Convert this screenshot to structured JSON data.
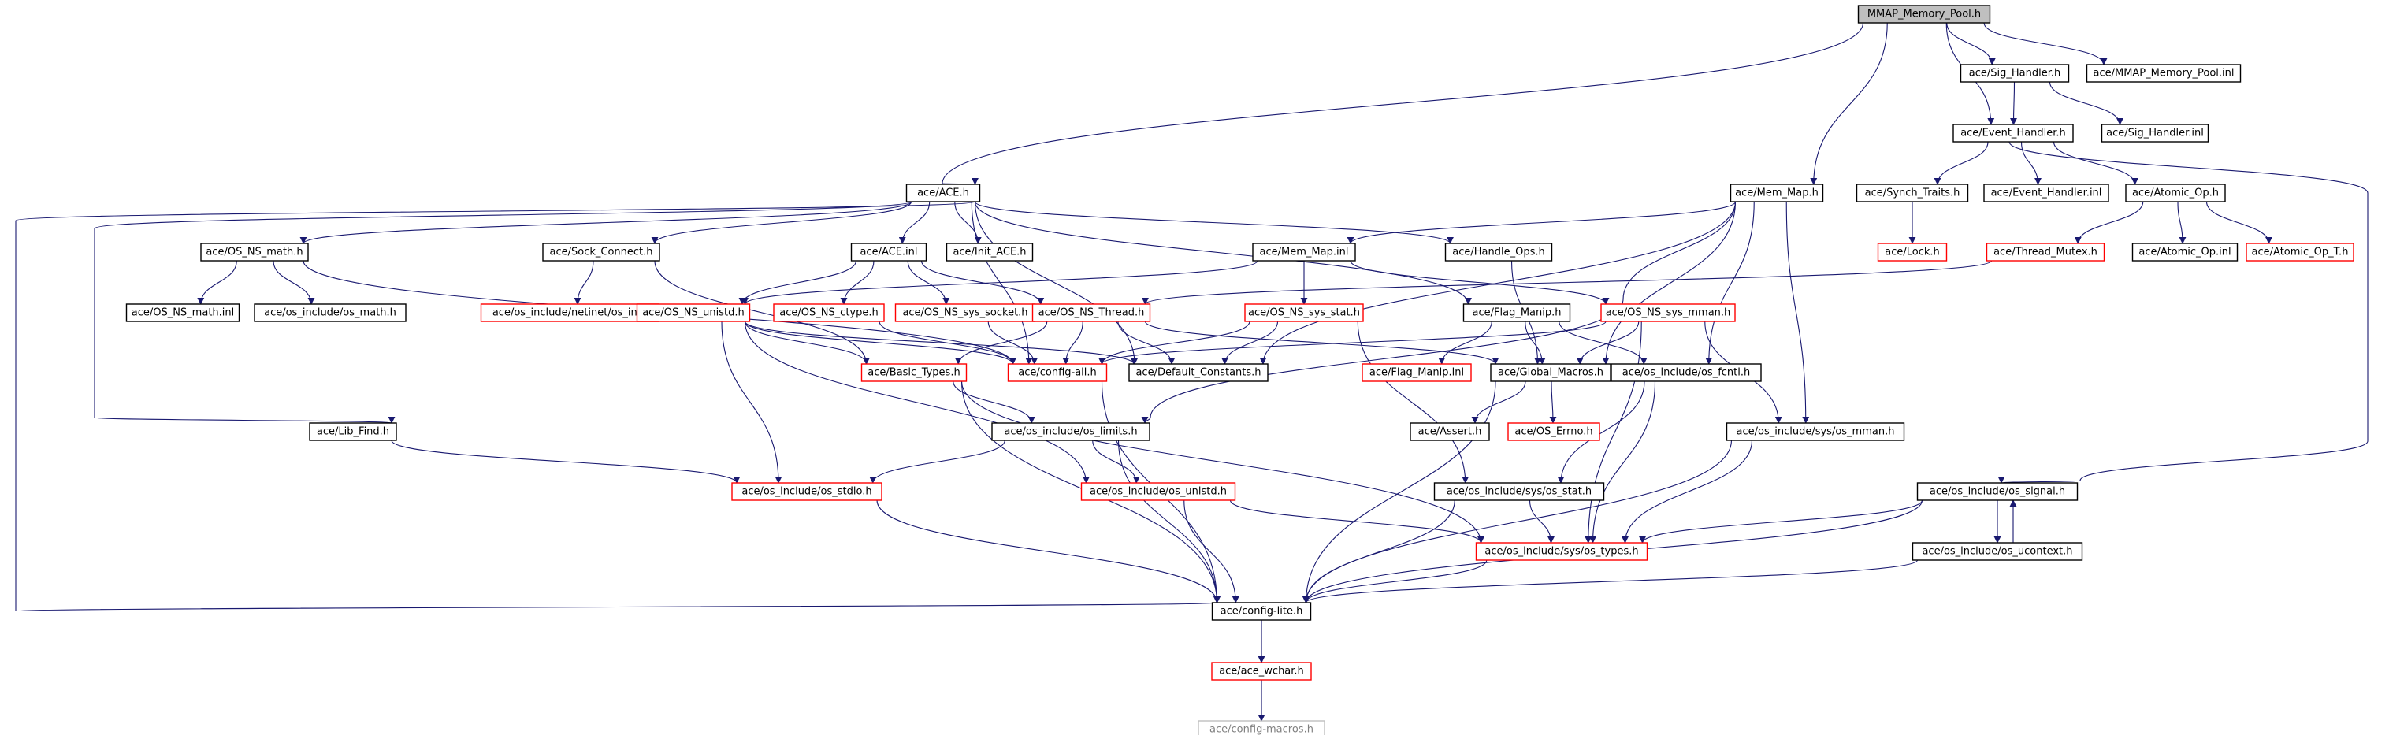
{
  "title": "MMAP_Memory_Pool.h",
  "colors": {
    "edge": "#191970",
    "node_border_normal": "#000000",
    "node_border_red": "#ff0000",
    "node_border_gray": "#bfbfbf",
    "root_fill": "#bfbfbf",
    "text": "#000000",
    "text_gray": "#7f7f7f"
  },
  "nodes": [
    {
      "id": "root",
      "label": "MMAP_Memory_Pool.h",
      "style": "root"
    },
    {
      "id": "sig_handler_h",
      "label": "ace/Sig_Handler.h",
      "style": "normal"
    },
    {
      "id": "mmap_pool_inl",
      "label": "ace/MMAP_Memory_Pool.inl",
      "style": "normal"
    },
    {
      "id": "event_handler_h",
      "label": "ace/Event_Handler.h",
      "style": "normal"
    },
    {
      "id": "sig_handler_inl",
      "label": "ace/Sig_Handler.inl",
      "style": "normal"
    },
    {
      "id": "ace_h",
      "label": "ace/ACE.h",
      "style": "normal"
    },
    {
      "id": "mem_map_h",
      "label": "ace/Mem_Map.h",
      "style": "normal"
    },
    {
      "id": "synch_traits",
      "label": "ace/Synch_Traits.h",
      "style": "normal"
    },
    {
      "id": "event_handler_inl",
      "label": "ace/Event_Handler.inl",
      "style": "normal"
    },
    {
      "id": "atomic_op_h",
      "label": "ace/Atomic_Op.h",
      "style": "normal"
    },
    {
      "id": "os_ns_math",
      "label": "ace/OS_NS_math.h",
      "style": "normal"
    },
    {
      "id": "sock_connect",
      "label": "ace/Sock_Connect.h",
      "style": "normal"
    },
    {
      "id": "ace_inl",
      "label": "ace/ACE.inl",
      "style": "normal"
    },
    {
      "id": "init_ace",
      "label": "ace/Init_ACE.h",
      "style": "normal"
    },
    {
      "id": "mem_map_inl",
      "label": "ace/Mem_Map.inl",
      "style": "normal"
    },
    {
      "id": "handle_ops",
      "label": "ace/Handle_Ops.h",
      "style": "normal"
    },
    {
      "id": "lock_h",
      "label": "ace/Lock.h",
      "style": "red"
    },
    {
      "id": "thread_mutex",
      "label": "ace/Thread_Mutex.h",
      "style": "red"
    },
    {
      "id": "atomic_op_inl",
      "label": "ace/Atomic_Op.inl",
      "style": "normal"
    },
    {
      "id": "atomic_op_t",
      "label": "ace/Atomic_Op_T.h",
      "style": "red"
    },
    {
      "id": "os_ns_math_inl",
      "label": "ace/OS_NS_math.inl",
      "style": "normal"
    },
    {
      "id": "os_math",
      "label": "ace/os_include/os_math.h",
      "style": "normal"
    },
    {
      "id": "os_in",
      "label": "ace/os_include/netinet/os_in.h",
      "style": "red"
    },
    {
      "id": "os_ns_unistd",
      "label": "ace/OS_NS_unistd.h",
      "style": "red"
    },
    {
      "id": "os_ns_ctype",
      "label": "ace/OS_NS_ctype.h",
      "style": "red"
    },
    {
      "id": "os_ns_sys_socket",
      "label": "ace/OS_NS_sys_socket.h",
      "style": "red"
    },
    {
      "id": "os_ns_thread",
      "label": "ace/OS_NS_Thread.h",
      "style": "red"
    },
    {
      "id": "os_ns_sys_stat",
      "label": "ace/OS_NS_sys_stat.h",
      "style": "red"
    },
    {
      "id": "flag_manip_h",
      "label": "ace/Flag_Manip.h",
      "style": "normal"
    },
    {
      "id": "os_ns_sys_mman",
      "label": "ace/OS_NS_sys_mman.h",
      "style": "red"
    },
    {
      "id": "basic_types",
      "label": "ace/Basic_Types.h",
      "style": "red"
    },
    {
      "id": "config_all",
      "label": "ace/config-all.h",
      "style": "red"
    },
    {
      "id": "default_constants",
      "label": "ace/Default_Constants.h",
      "style": "normal"
    },
    {
      "id": "flag_manip_inl",
      "label": "ace/Flag_Manip.inl",
      "style": "red"
    },
    {
      "id": "global_macros",
      "label": "ace/Global_Macros.h",
      "style": "normal"
    },
    {
      "id": "os_fcntl",
      "label": "ace/os_include/os_fcntl.h",
      "style": "normal"
    },
    {
      "id": "lib_find",
      "label": "ace/Lib_Find.h",
      "style": "normal"
    },
    {
      "id": "os_limits",
      "label": "ace/os_include/os_limits.h",
      "style": "normal"
    },
    {
      "id": "assert_h",
      "label": "ace/Assert.h",
      "style": "normal"
    },
    {
      "id": "os_errno",
      "label": "ace/OS_Errno.h",
      "style": "red"
    },
    {
      "id": "sys_os_mman",
      "label": "ace/os_include/sys/os_mman.h",
      "style": "normal"
    },
    {
      "id": "os_stdio",
      "label": "ace/os_include/os_stdio.h",
      "style": "red"
    },
    {
      "id": "os_unistd",
      "label": "ace/os_include/os_unistd.h",
      "style": "red"
    },
    {
      "id": "sys_os_stat",
      "label": "ace/os_include/sys/os_stat.h",
      "style": "normal"
    },
    {
      "id": "os_signal",
      "label": "ace/os_include/os_signal.h",
      "style": "normal"
    },
    {
      "id": "sys_os_types",
      "label": "ace/os_include/sys/os_types.h",
      "style": "red"
    },
    {
      "id": "os_ucontext",
      "label": "ace/os_include/os_ucontext.h",
      "style": "normal"
    },
    {
      "id": "config_lite",
      "label": "ace/config-lite.h",
      "style": "normal"
    },
    {
      "id": "ace_wchar",
      "label": "ace/ace_wchar.h",
      "style": "red"
    },
    {
      "id": "config_macros",
      "label": "ace/config-macros.h",
      "style": "gray"
    }
  ],
  "edges": [
    [
      "root",
      "sig_handler_h"
    ],
    [
      "root",
      "mmap_pool_inl"
    ],
    [
      "root",
      "event_handler_h"
    ],
    [
      "root",
      "ace_h"
    ],
    [
      "root",
      "mem_map_h"
    ],
    [
      "sig_handler_h",
      "event_handler_h"
    ],
    [
      "sig_handler_h",
      "sig_handler_inl"
    ],
    [
      "event_handler_h",
      "synch_traits"
    ],
    [
      "event_handler_h",
      "event_handler_inl"
    ],
    [
      "event_handler_h",
      "atomic_op_h"
    ],
    [
      "event_handler_h",
      "os_signal"
    ],
    [
      "synch_traits",
      "lock_h"
    ],
    [
      "atomic_op_h",
      "thread_mutex"
    ],
    [
      "atomic_op_h",
      "atomic_op_inl"
    ],
    [
      "atomic_op_h",
      "atomic_op_t"
    ],
    [
      "thread_mutex",
      "os_ns_thread"
    ],
    [
      "ace_h",
      "os_ns_math"
    ],
    [
      "ace_h",
      "sock_connect"
    ],
    [
      "ace_h",
      "ace_inl"
    ],
    [
      "ace_h",
      "init_ace"
    ],
    [
      "ace_h",
      "handle_ops"
    ],
    [
      "ace_h",
      "flag_manip_h"
    ],
    [
      "ace_h",
      "default_constants"
    ],
    [
      "ace_h",
      "lib_find"
    ],
    [
      "ace_h",
      "config_all"
    ],
    [
      "ace_h",
      "config_lite"
    ],
    [
      "os_ns_math",
      "os_ns_math_inl"
    ],
    [
      "os_ns_math",
      "os_math"
    ],
    [
      "os_ns_math",
      "config_all"
    ],
    [
      "sock_connect",
      "os_in"
    ],
    [
      "sock_connect",
      "basic_types"
    ],
    [
      "ace_inl",
      "os_ns_unistd"
    ],
    [
      "ace_inl",
      "os_ns_ctype"
    ],
    [
      "ace_inl",
      "os_ns_sys_socket"
    ],
    [
      "ace_inl",
      "os_ns_thread"
    ],
    [
      "mem_map_h",
      "mem_map_inl"
    ],
    [
      "mem_map_h",
      "default_constants"
    ],
    [
      "mem_map_h",
      "global_macros"
    ],
    [
      "mem_map_h",
      "os_fcntl"
    ],
    [
      "mem_map_h",
      "sys_os_mman"
    ],
    [
      "mem_map_h",
      "os_limits"
    ],
    [
      "mem_map_inl",
      "os_ns_unistd"
    ],
    [
      "mem_map_inl",
      "os_ns_sys_stat"
    ],
    [
      "mem_map_inl",
      "os_ns_sys_mman"
    ],
    [
      "handle_ops",
      "global_macros"
    ],
    [
      "flag_manip_h",
      "flag_manip_inl"
    ],
    [
      "flag_manip_h",
      "global_macros"
    ],
    [
      "flag_manip_h",
      "os_fcntl"
    ],
    [
      "os_ns_unistd",
      "basic_types"
    ],
    [
      "os_ns_unistd",
      "config_all"
    ],
    [
      "os_ns_unistd",
      "os_stdio"
    ],
    [
      "os_ns_unistd",
      "os_unistd"
    ],
    [
      "os_ns_unistd",
      "default_constants"
    ],
    [
      "os_ns_ctype",
      "config_all"
    ],
    [
      "os_ns_sys_socket",
      "config_all"
    ],
    [
      "os_ns_thread",
      "basic_types"
    ],
    [
      "os_ns_thread",
      "config_all"
    ],
    [
      "os_ns_thread",
      "default_constants"
    ],
    [
      "os_ns_thread",
      "global_macros"
    ],
    [
      "os_ns_sys_stat",
      "config_all"
    ],
    [
      "os_ns_sys_stat",
      "default_constants"
    ],
    [
      "os_ns_sys_stat",
      "sys_os_stat"
    ],
    [
      "os_ns_sys_mman",
      "config_all"
    ],
    [
      "os_ns_sys_mman",
      "global_macros"
    ],
    [
      "os_ns_sys_mman",
      "sys_os_mman"
    ],
    [
      "os_ns_sys_mman",
      "sys_os_types"
    ],
    [
      "basic_types",
      "os_limits"
    ],
    [
      "basic_types",
      "config_lite"
    ],
    [
      "basic_types",
      "sys_os_types"
    ],
    [
      "config_all",
      "config_lite"
    ],
    [
      "global_macros",
      "assert_h"
    ],
    [
      "global_macros",
      "os_errno"
    ],
    [
      "global_macros",
      "config_lite"
    ],
    [
      "os_fcntl",
      "sys_os_stat"
    ],
    [
      "os_fcntl",
      "sys_os_types"
    ],
    [
      "lib_find",
      "os_stdio"
    ],
    [
      "os_limits",
      "os_stdio"
    ],
    [
      "os_limits",
      "os_unistd"
    ],
    [
      "os_limits",
      "config_lite"
    ],
    [
      "sys_os_mman",
      "sys_os_types"
    ],
    [
      "sys_os_mman",
      "config_lite"
    ],
    [
      "os_stdio",
      "config_lite"
    ],
    [
      "os_unistd",
      "sys_os_types"
    ],
    [
      "os_unistd",
      "config_lite"
    ],
    [
      "sys_os_stat",
      "sys_os_types"
    ],
    [
      "sys_os_stat",
      "config_lite"
    ],
    [
      "os_signal",
      "sys_os_types"
    ],
    [
      "os_signal",
      "os_ucontext"
    ],
    [
      "os_signal",
      "config_lite"
    ],
    [
      "os_ucontext",
      "os_signal"
    ],
    [
      "os_ucontext",
      "config_lite"
    ],
    [
      "sys_os_types",
      "config_lite"
    ],
    [
      "config_lite",
      "ace_wchar"
    ],
    [
      "config_lite",
      "config_macros"
    ],
    [
      "ace_wchar",
      "config_macros"
    ]
  ]
}
